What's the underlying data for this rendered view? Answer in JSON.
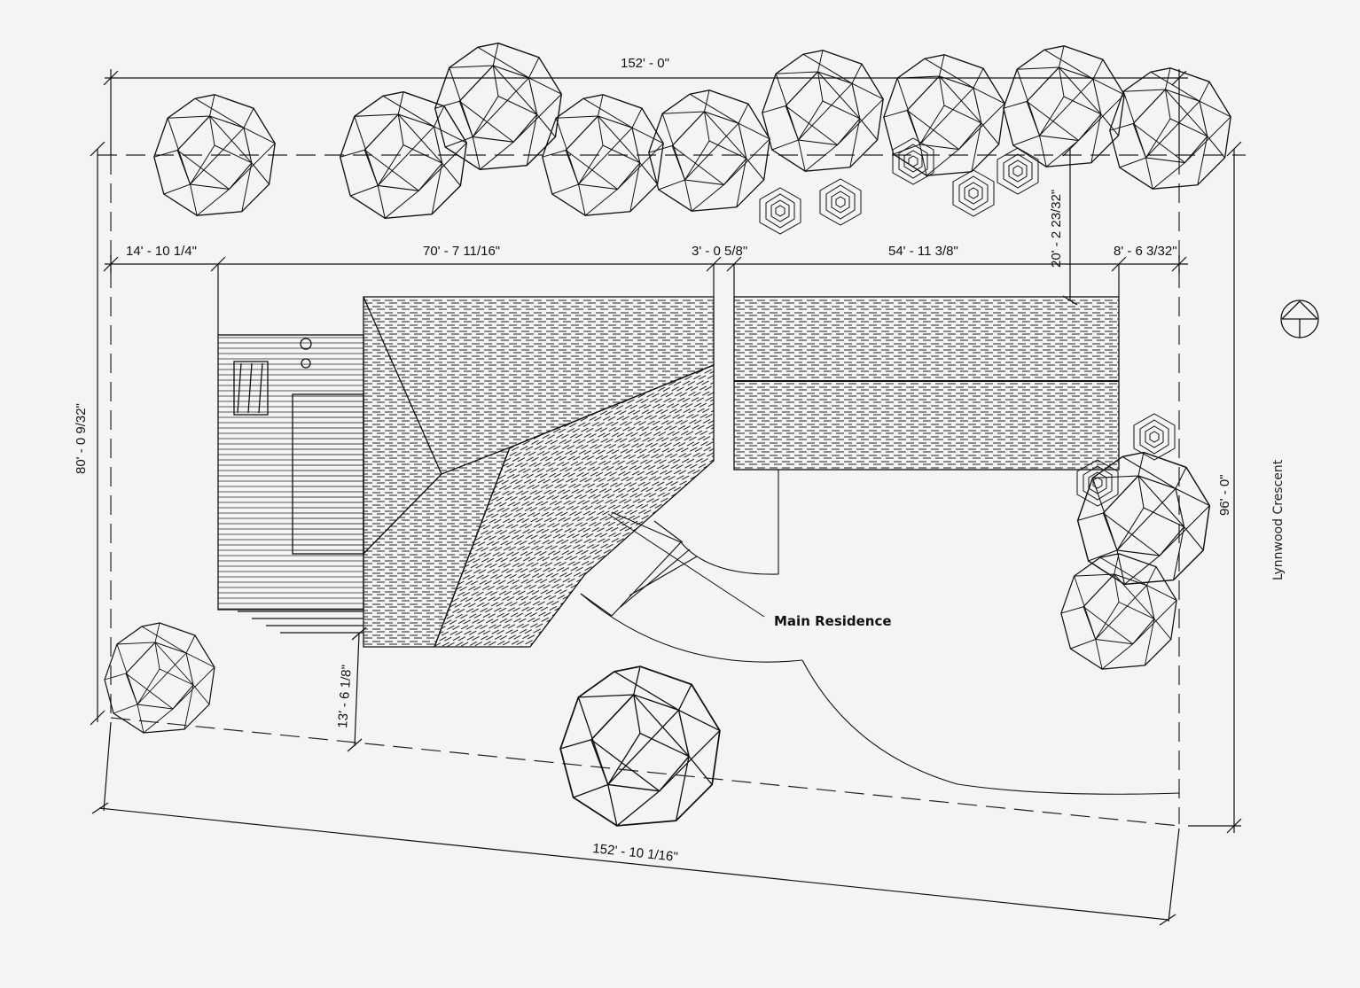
{
  "dimensions": {
    "top_total": "152' - 0\"",
    "bottom_total": "152' - 10 1/16\"",
    "left_depth": "80' - 0 9/32\"",
    "right_depth": "96' - 0\"",
    "seg_setback_left": "14' - 10 1/4\"",
    "seg_house": "70' - 7 11/16\"",
    "seg_gap": "3' - 0 5/8\"",
    "seg_garage": "54' - 11 3/8\"",
    "seg_setback_right": "8' - 6 3/32\"",
    "rear_setback": "20' - 2 23/32\"",
    "front_setback": "13' - 6 1/8\""
  },
  "labels": {
    "main_residence": "Main Residence",
    "street": "Lynnwood Crescent"
  },
  "icons": [
    "north-arrow-icon",
    "tree-icon",
    "shrub-icon"
  ],
  "colors": {
    "ink": "#111111",
    "paper": "#f4f4f4"
  }
}
